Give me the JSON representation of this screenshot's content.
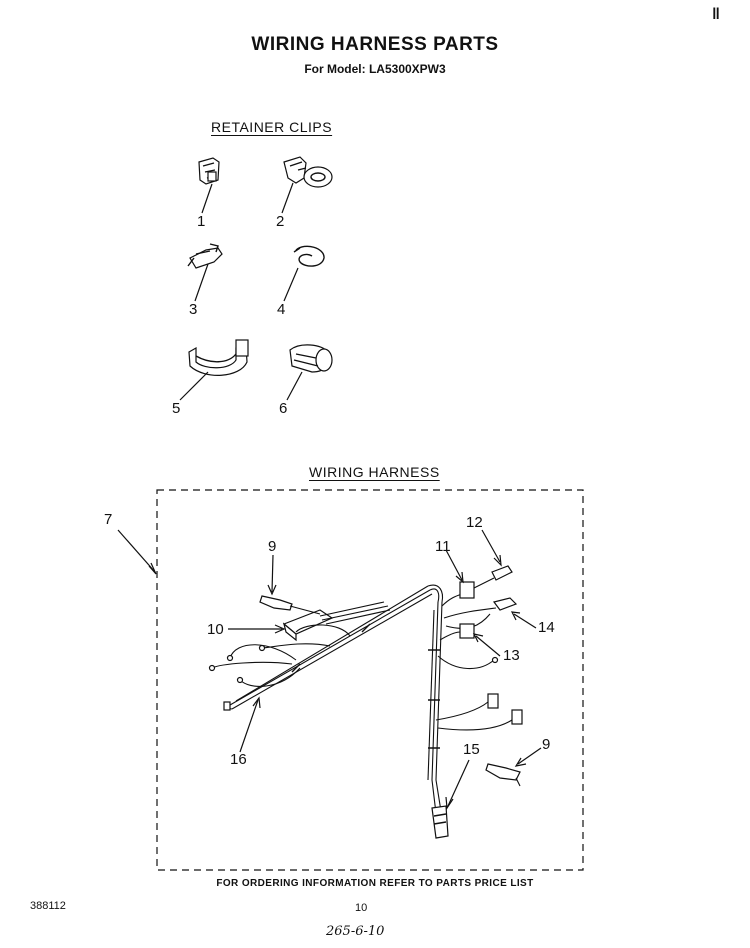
{
  "page": {
    "title": "WIRING HARNESS PARTS",
    "subtitle": "For Model: LA5300XPW3",
    "corner_mark": "‖"
  },
  "sections": {
    "retainer_clips": "RETAINER CLIPS",
    "wiring_harness": "WIRING HARNESS"
  },
  "part_numbers": {
    "p1": "1",
    "p2": "2",
    "p3": "3",
    "p4": "4",
    "p5": "5",
    "p6": "6",
    "p7": "7",
    "p9a": "9",
    "p9b": "9",
    "p10": "10",
    "p11": "11",
    "p12": "12",
    "p13": "13",
    "p14": "14",
    "p15": "15",
    "p16": "16"
  },
  "footer": {
    "note": "FOR ORDERING INFORMATION REFER TO PARTS PRICE LIST",
    "doc_number": "388112",
    "page_number": "10",
    "handwritten": "265-6-10"
  }
}
